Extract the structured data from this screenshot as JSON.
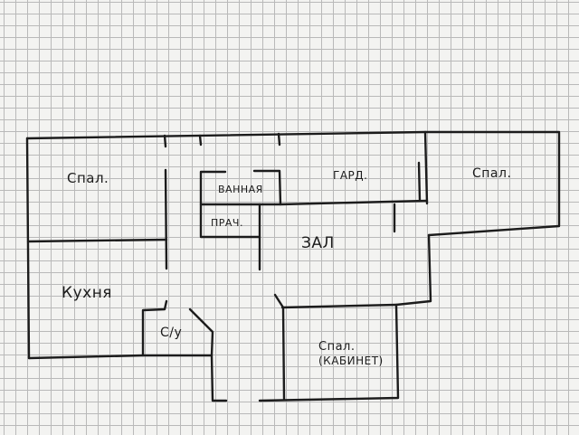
{
  "plan": {
    "rooms": [
      {
        "key": "bedroom-left",
        "label": "Спал."
      },
      {
        "key": "kitchen",
        "label": "Кухня"
      },
      {
        "key": "wc",
        "label": "С/у"
      },
      {
        "key": "bathroom",
        "label": "ВАННАЯ"
      },
      {
        "key": "laundry",
        "label": "ПРАЧ."
      },
      {
        "key": "hall",
        "label": "ЗАЛ"
      },
      {
        "key": "wardrobe",
        "label": "ГАРД."
      },
      {
        "key": "bedroom-right",
        "label": "Спал."
      },
      {
        "key": "study-bedroom",
        "label": "Спал."
      },
      {
        "key": "study-note",
        "label": "(КАБИНЕТ)"
      }
    ]
  }
}
